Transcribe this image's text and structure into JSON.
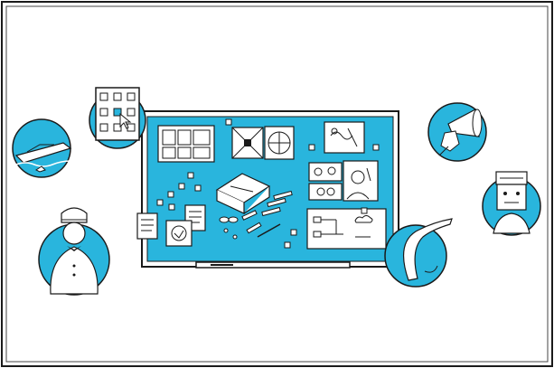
{
  "illustration": {
    "colors": {
      "accent": "#29b5dd",
      "ink": "#1a1a1a",
      "paper": "#ffffff",
      "frame": "#e6e6e6"
    },
    "board": {
      "cards": [
        "grid-sketch-card",
        "envelope-card",
        "pie-card",
        "doodle-card",
        "photo-collage-card",
        "portrait-card",
        "flowchart-card",
        "notes-card",
        "mindmap-card",
        "box-sketch"
      ]
    },
    "icons": [
      "app-grid-icon",
      "boat-icon",
      "megaphone-icon",
      "bellhop-icon",
      "robot-icon",
      "boomerang-icon"
    ]
  }
}
